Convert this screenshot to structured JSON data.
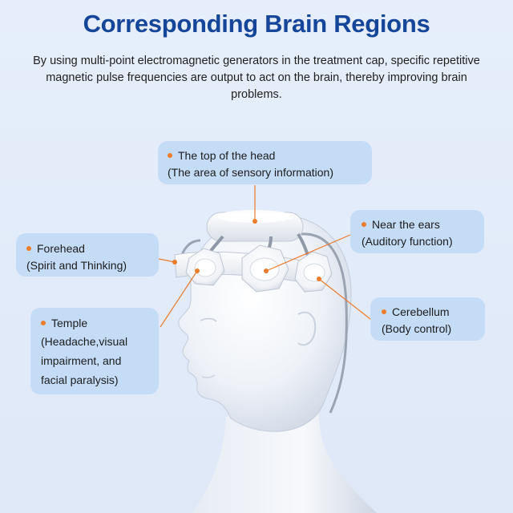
{
  "header": {
    "title": "Corresponding Brain Regions",
    "subtitle": "By using multi-point electromagnetic generators in the treatment cap, specific repetitive magnetic pulse frequencies are output to act on the brain, thereby improving brain problems."
  },
  "callouts": {
    "top": {
      "label": "The top of the head",
      "desc": "(The area of sensory information)"
    },
    "forehead": {
      "label": "Forehead",
      "desc": "(Spirit and Thinking)"
    },
    "ears": {
      "label": "Near the ears",
      "desc": "(Auditory function)"
    },
    "temple": {
      "label": "Temple",
      "desc_lines": [
        "(Headache,visual",
        "impairment, and",
        "facial paralysis)"
      ]
    },
    "cerebellum": {
      "label": "Cerebellum",
      "desc": "(Body control)"
    }
  },
  "colors": {
    "title": "#16469a",
    "callout_bg": "#c5dcf7",
    "accent_dot": "#ec7b2c",
    "leader_line": "#ec7b2c",
    "background": "#e3ecfa"
  },
  "illustration": {
    "subject": "head-mannequin-with-treatment-cap",
    "icons": [
      "head-mannequin",
      "electromagnetic-cap",
      "coil-pad",
      "cable"
    ]
  }
}
